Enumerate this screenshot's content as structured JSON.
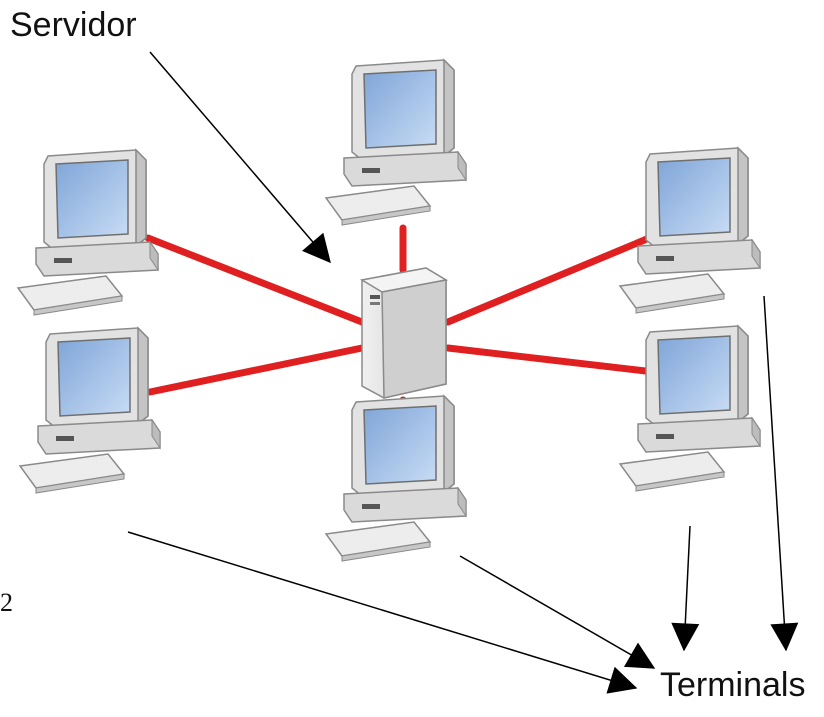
{
  "labels": {
    "server": "Servidor",
    "terminals": "Terminals",
    "margin_number": "2"
  },
  "colors": {
    "link": "#e02020",
    "screen": "#a9c8ee",
    "case": "#e4e4e4",
    "outline": "#8a8a8a",
    "arrow": "#000000"
  },
  "icons": {
    "terminal": "desktop-computer-icon",
    "server": "tower-server-icon"
  }
}
